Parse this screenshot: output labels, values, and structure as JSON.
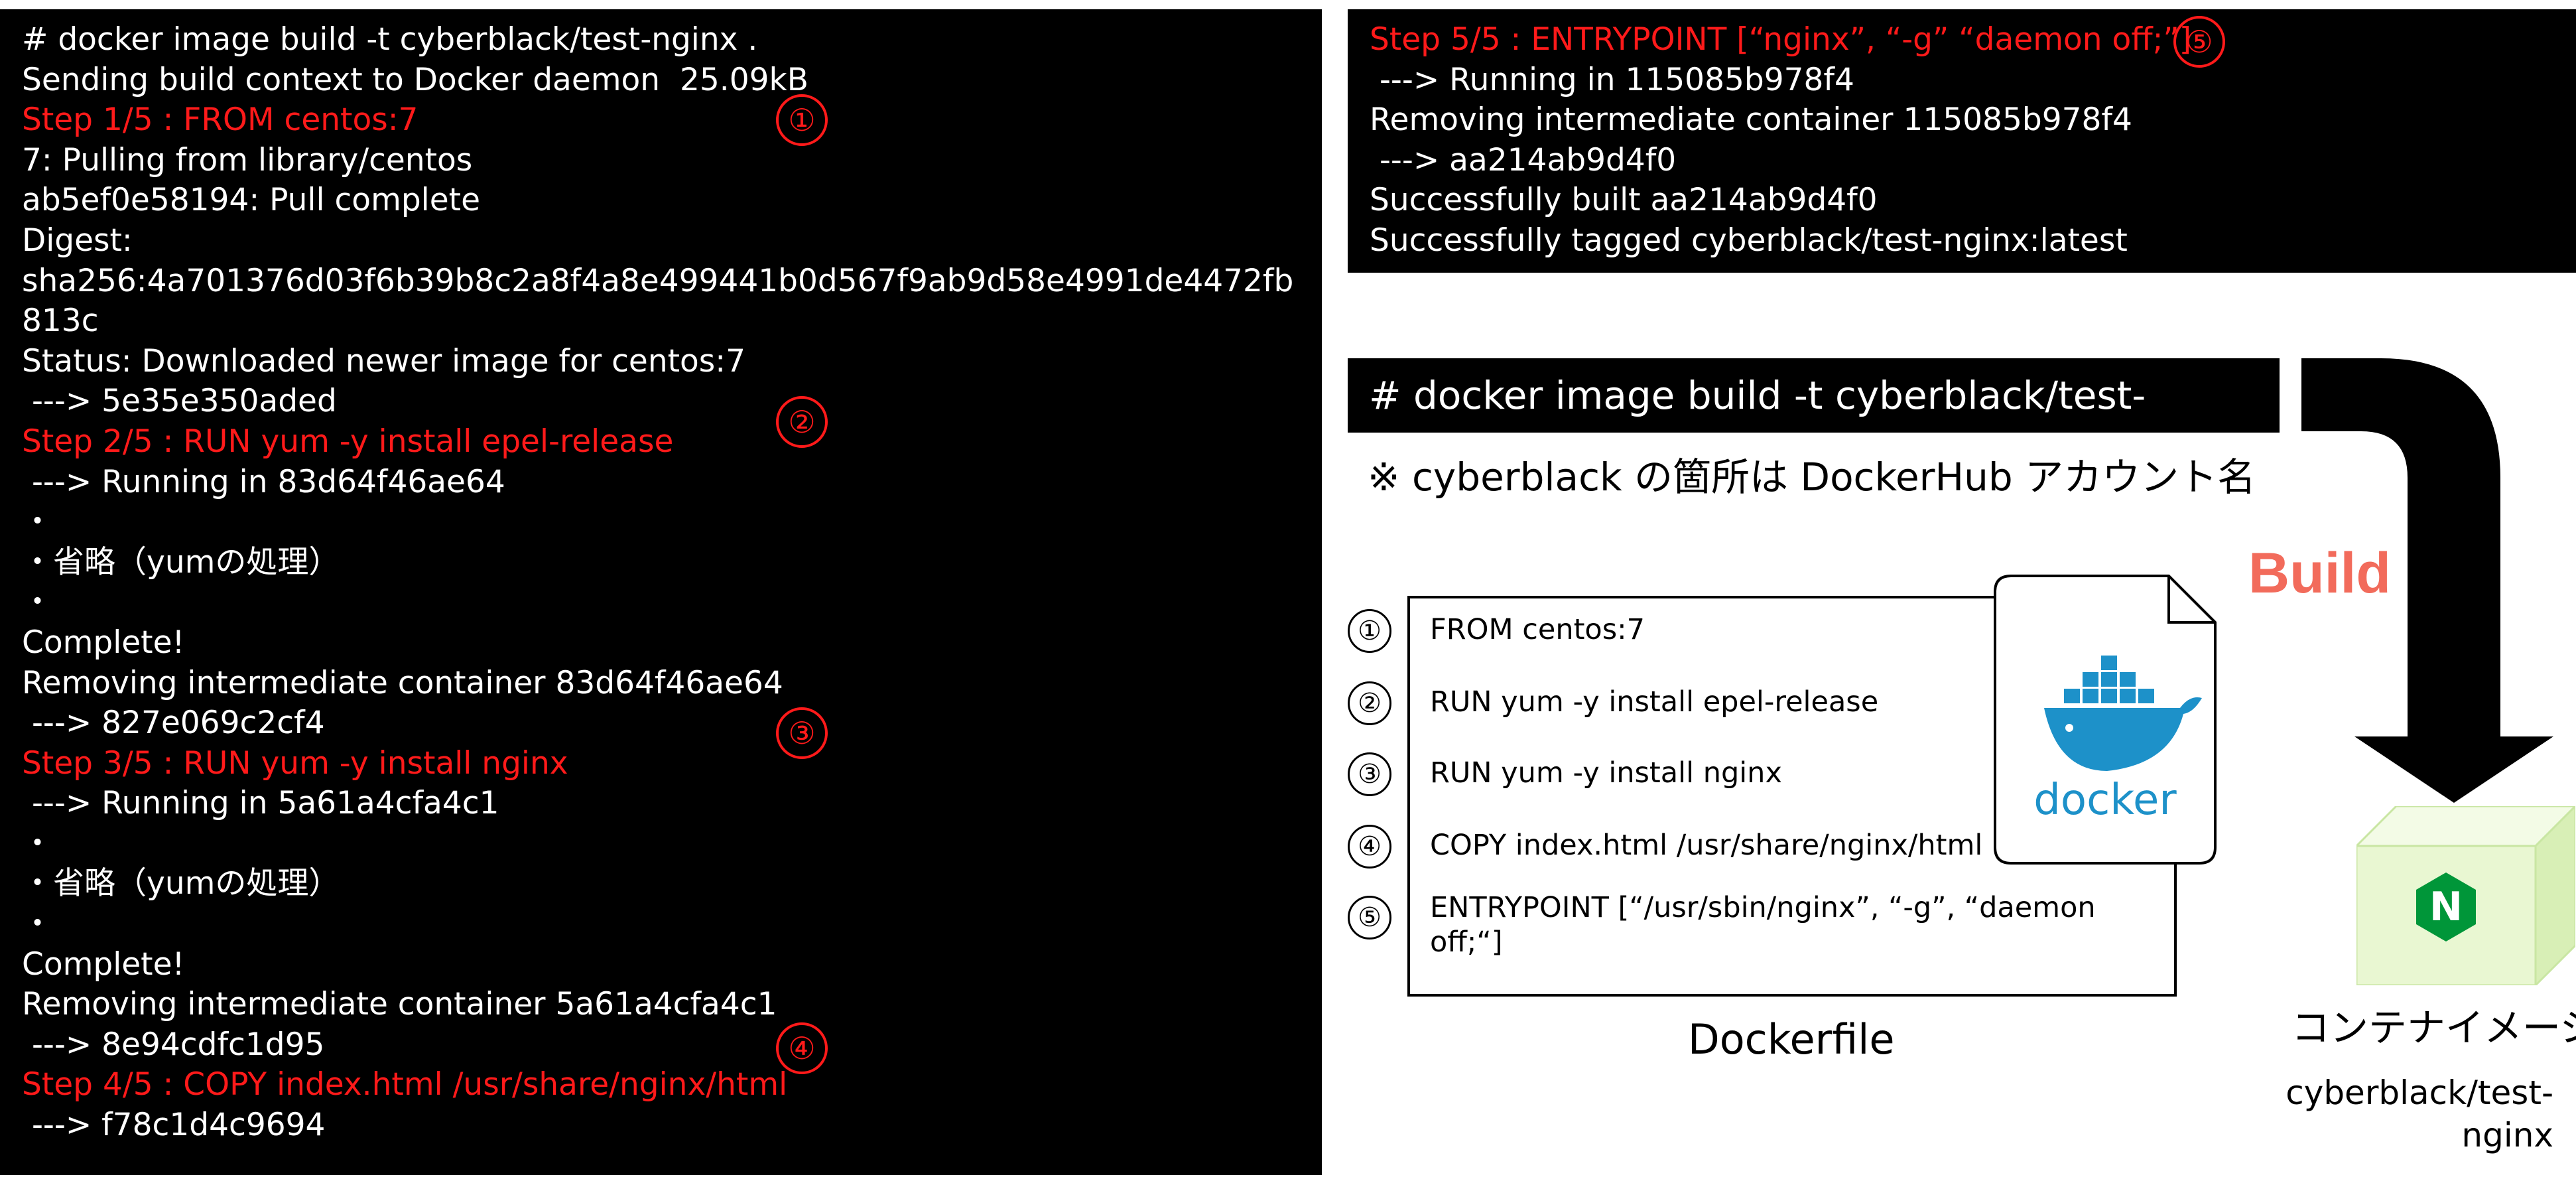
{
  "terminal_left": {
    "lines": [
      {
        "text": "# docker image build -t cyberblack/test-nginx .",
        "red": false
      },
      {
        "text": "Sending build context to Docker daemon  25.09kB",
        "red": false
      },
      {
        "text": "Step 1/5 : FROM centos:7",
        "red": true
      },
      {
        "text": "7: Pulling from library/centos",
        "red": false
      },
      {
        "text": "ab5ef0e58194: Pull complete",
        "red": false
      },
      {
        "text": "Digest:",
        "red": false
      },
      {
        "text": "sha256:4a701376d03f6b39b8c2a8f4a8e499441b0d567f9ab9d58e4991de4472fb",
        "red": false
      },
      {
        "text": "813c",
        "red": false
      },
      {
        "text": "Status: Downloaded newer image for centos:7",
        "red": false
      },
      {
        "text": " ---> 5e35e350aded",
        "red": false
      },
      {
        "text": "Step 2/5 : RUN yum -y install epel-release",
        "red": true
      },
      {
        "text": " ---> Running in 83d64f46ae64",
        "red": false
      },
      {
        "text": "・",
        "red": false
      },
      {
        "text": "・省略（yumの処理）",
        "red": false
      },
      {
        "text": "・",
        "red": false
      },
      {
        "text": "Complete!",
        "red": false
      },
      {
        "text": "Removing intermediate container 83d64f46ae64",
        "red": false
      },
      {
        "text": " ---> 827e069c2cf4",
        "red": false
      },
      {
        "text": "Step 3/5 : RUN yum -y install nginx",
        "red": true
      },
      {
        "text": " ---> Running in 5a61a4cfa4c1",
        "red": false
      },
      {
        "text": "・",
        "red": false
      },
      {
        "text": "・省略（yumの処理）",
        "red": false
      },
      {
        "text": "・",
        "red": false
      },
      {
        "text": "Complete!",
        "red": false
      },
      {
        "text": "Removing intermediate container 5a61a4cfa4c1",
        "red": false
      },
      {
        "text": " ---> 8e94cdfc1d95",
        "red": false
      },
      {
        "text": "Step 4/5 : COPY index.html /usr/share/nginx/html",
        "red": true
      },
      {
        "text": " ---> f78c1d4c9694",
        "red": false
      }
    ],
    "markers": [
      "①",
      "②",
      "③",
      "④"
    ]
  },
  "terminal_right": {
    "lines": [
      {
        "text": "Step 5/5 : ENTRYPOINT [“nginx”, “-g” “daemon off;”]",
        "red": true
      },
      {
        "text": " ---> Running in 115085b978f4",
        "red": false
      },
      {
        "text": "Removing intermediate container 115085b978f4",
        "red": false
      },
      {
        "text": " ---> aa214ab9d4f0",
        "red": false
      },
      {
        "text": "Successfully built aa214ab9d4f0",
        "red": false
      },
      {
        "text": "Successfully tagged cyberblack/test-nginx:latest",
        "red": false
      }
    ],
    "markers": [
      "⑤"
    ]
  },
  "command_box": {
    "text": "# docker image build -t cyberblack/test-"
  },
  "note": {
    "text": "※ cyberblack の箇所は DockerHub アカウント名"
  },
  "build_label": "Build",
  "dockerfile": {
    "rows": [
      {
        "num": "①",
        "text": "FROM centos:7"
      },
      {
        "num": "②",
        "text": "RUN yum -y install epel-release"
      },
      {
        "num": "③",
        "text": "RUN yum -y install nginx"
      },
      {
        "num": "④",
        "text": "COPY index.html /usr/share/nginx/html"
      },
      {
        "num": "⑤",
        "text": "ENTRYPOINT [“/usr/sbin/nginx”, “-g”, “daemon off;“]"
      }
    ],
    "label": "Dockerfile",
    "logo_text": "docker"
  },
  "container_image": {
    "label": "コンテナイメージ",
    "name": "cyberblack/test-nginx",
    "logo_letter": "N"
  },
  "colors": {
    "terminal_bg": "#000000",
    "highlight_red": "#ff1a1a",
    "build_label": "#f26b5b",
    "docker_blue": "#1d91c9",
    "nginx_green": "#009639",
    "cube_green": "#e9f7d2"
  }
}
